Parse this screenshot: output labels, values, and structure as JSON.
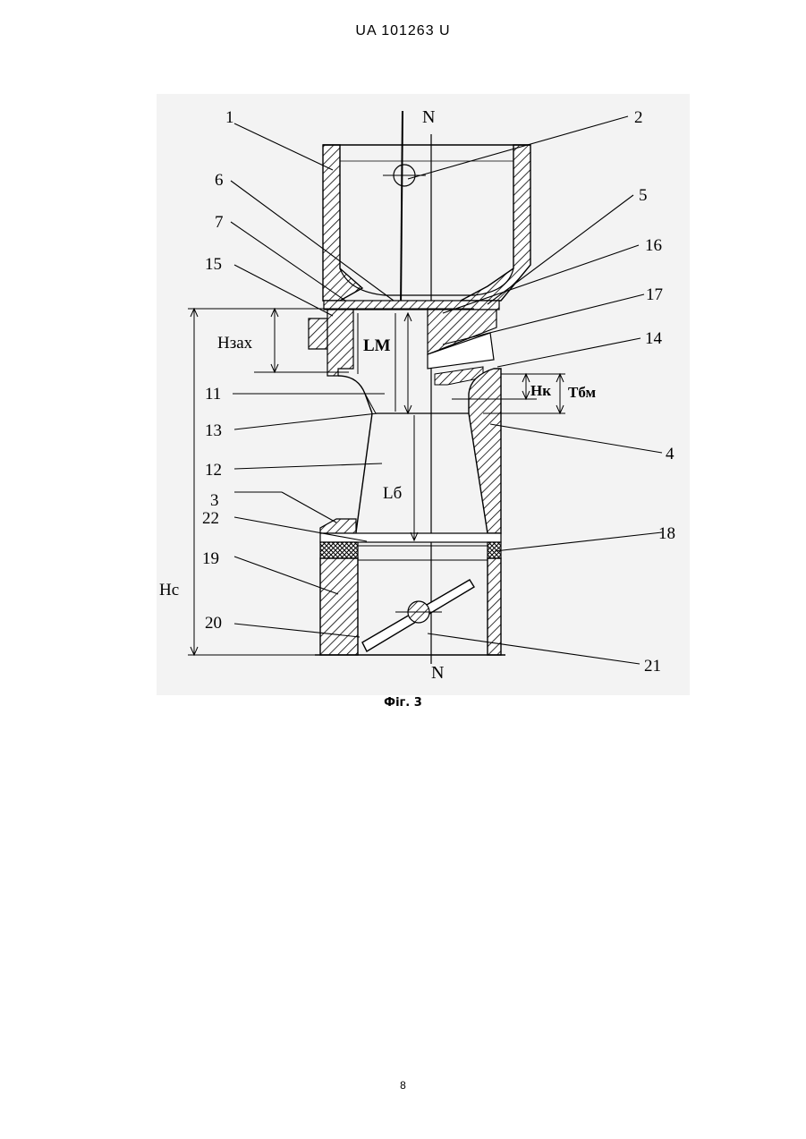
{
  "header": {
    "patent_number": "UA   101263   U"
  },
  "figure": {
    "caption": "Фіг. 3",
    "axis_labels": {
      "top": "N",
      "bottom": "N"
    },
    "part_numbers": [
      "1",
      "2",
      "3",
      "4",
      "5",
      "6",
      "7",
      "11",
      "12",
      "13",
      "14",
      "15",
      "16",
      "17",
      "18",
      "19",
      "20",
      "21",
      "22"
    ],
    "dimension_labels": {
      "h_zah": "Нзах",
      "l_m": "LM",
      "h_k": "Нк",
      "t_bm": "Тбм",
      "l_b": "Lб",
      "h_c": "Нс"
    }
  },
  "page_number": "8"
}
